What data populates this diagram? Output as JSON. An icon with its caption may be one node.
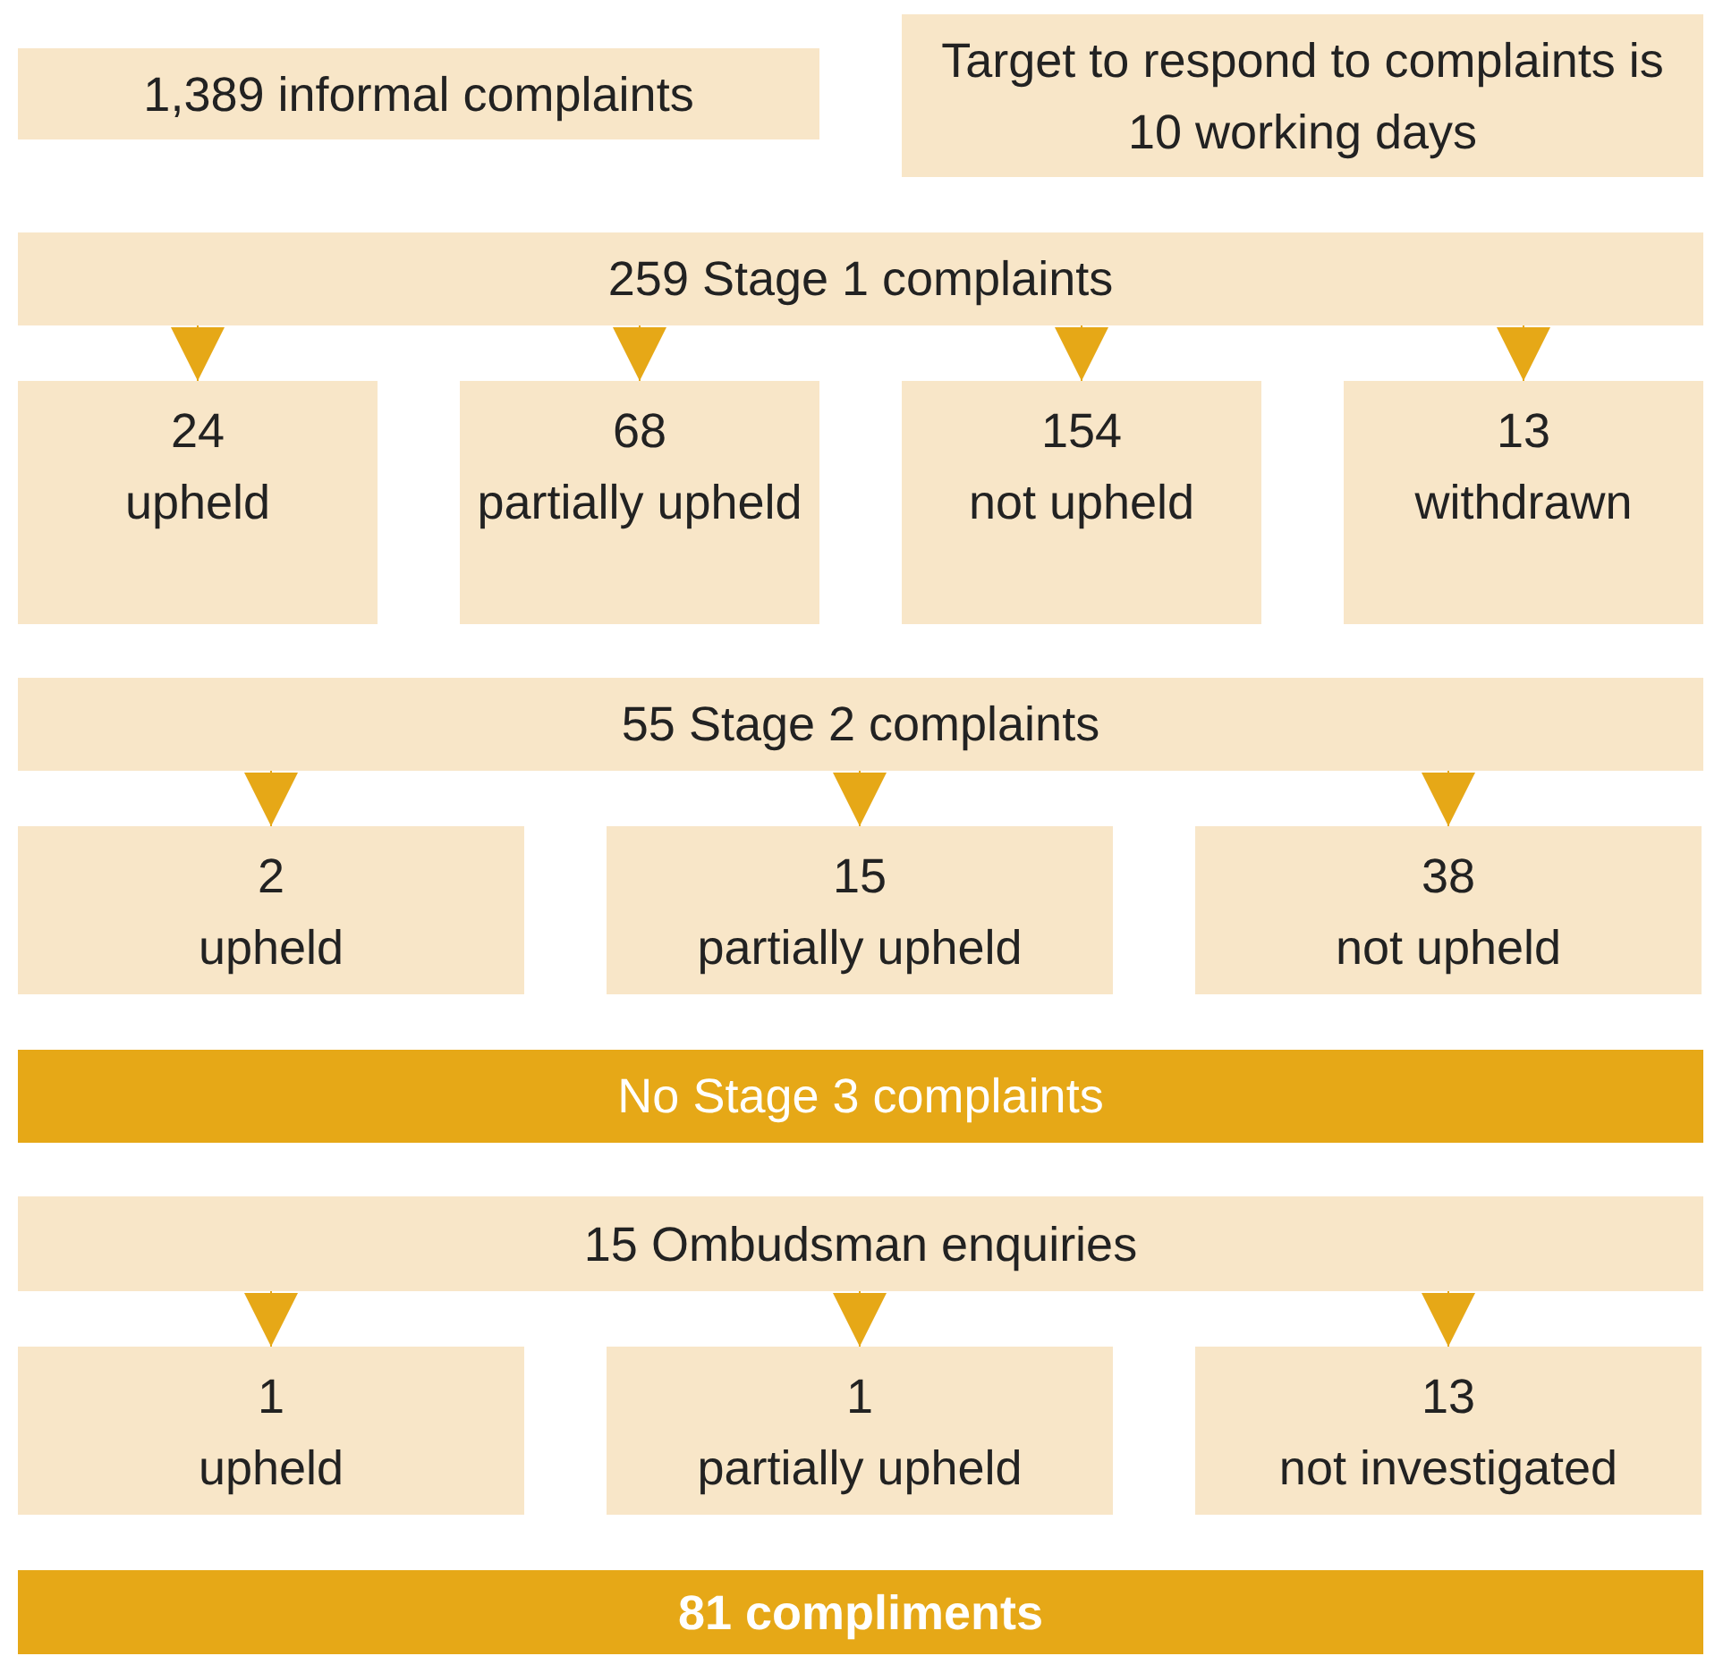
{
  "diagram": {
    "nodes": [
      {
        "text": [
          "1,389 informal complaints"
        ]
      },
      {
        "text": [
          "Target to respond to complaints is 10 working days"
        ]
      },
      {
        "text": [
          "259 Stage 1 complaints"
        ]
      },
      {
        "text": [
          "24",
          "upheld"
        ]
      },
      {
        "text": [
          "68",
          "partially upheld"
        ]
      },
      {
        "text": [
          "154",
          "not upheld"
        ]
      },
      {
        "text": [
          "13",
          "withdrawn"
        ]
      },
      {
        "text": [
          "55 Stage 2 complaints"
        ]
      },
      {
        "text": [
          "2",
          "upheld"
        ]
      },
      {
        "text": [
          "15",
          "partially upheld"
        ]
      },
      {
        "text": [
          "38",
          "not upheld"
        ]
      },
      {
        "text": [
          "No Stage 3 complaints"
        ]
      },
      {
        "text": [
          "15 Ombudsman enquiries"
        ]
      },
      {
        "text": [
          "1",
          "upheld"
        ]
      },
      {
        "text": [
          "1",
          "partially upheld"
        ]
      },
      {
        "text": [
          "13",
          "not investigated"
        ]
      },
      {
        "text": [
          "81 compliments"
        ]
      }
    ],
    "edges": [
      {
        "from": 2,
        "to": 3,
        "arrow": "to"
      },
      {
        "from": 2,
        "to": 4,
        "arrow": "to"
      },
      {
        "from": 2,
        "to": 5,
        "arrow": "to"
      },
      {
        "from": 2,
        "to": 6,
        "arrow": "to"
      },
      {
        "from": 7,
        "to": 8,
        "arrow": "to"
      },
      {
        "from": 7,
        "to": 9,
        "arrow": "to"
      },
      {
        "from": 7,
        "to": 10,
        "arrow": "to"
      },
      {
        "from": 12,
        "to": 13,
        "arrow": "to"
      },
      {
        "from": 12,
        "to": 14,
        "arrow": "to"
      },
      {
        "from": 12,
        "to": 15,
        "arrow": "to"
      }
    ]
  }
}
